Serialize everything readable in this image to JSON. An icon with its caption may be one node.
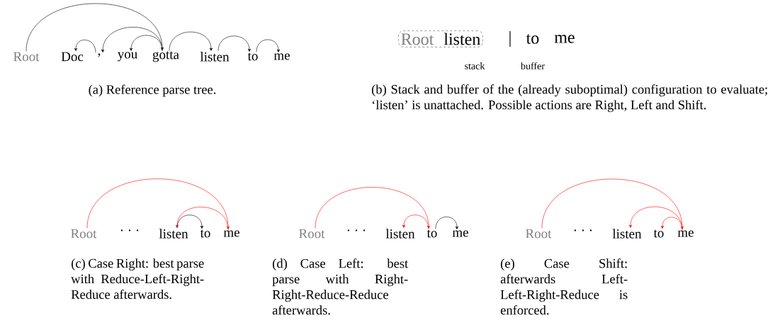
{
  "diagram": {
    "nodes": [
      {
        "text": [
          "Root"
        ]
      },
      {
        "text": [
          "Doc"
        ]
      },
      {
        "text": [
          ","
        ]
      },
      {
        "text": [
          "you"
        ]
      },
      {
        "text": [
          "gotta"
        ]
      },
      {
        "text": [
          "listen"
        ]
      },
      {
        "text": [
          "to"
        ]
      },
      {
        "text": [
          "me"
        ]
      },
      {
        "text": [
          "Root",
          "listen"
        ],
        "beside": [
          "stack"
        ]
      },
      {
        "text": [
          "Root"
        ]
      },
      {
        "text": [
          "listen"
        ]
      },
      {
        "text": [
          "to"
        ]
      },
      {
        "text": [
          "me"
        ]
      },
      {
        "text": [
          "Root"
        ]
      },
      {
        "text": [
          "listen"
        ]
      },
      {
        "text": [
          "to"
        ]
      },
      {
        "text": [
          "me"
        ]
      },
      {
        "text": [
          "Root"
        ]
      },
      {
        "text": [
          "listen"
        ]
      },
      {
        "text": [
          "to"
        ]
      },
      {
        "text": [
          "me"
        ]
      }
    ],
    "edges": [
      {
        "from": 0,
        "to": 4,
        "arrow": "to"
      },
      {
        "from": 2,
        "to": 1,
        "arrow": "to"
      },
      {
        "from": 4,
        "to": 2,
        "arrow": "to"
      },
      {
        "from": 4,
        "to": 3,
        "arrow": "to"
      },
      {
        "from": 4,
        "to": 5,
        "arrow": "to"
      },
      {
        "from": 5,
        "to": 6,
        "arrow": "to"
      },
      {
        "from": 6,
        "to": 7,
        "arrow": "to"
      },
      {
        "from": 9,
        "to": 12,
        "arrow": "to",
        "color": "#ff0000"
      },
      {
        "from": 12,
        "to": 10,
        "arrow": "to",
        "color": "#ff0000"
      },
      {
        "from": 10,
        "to": 11,
        "arrow": "to"
      },
      {
        "from": 13,
        "to": 15,
        "arrow": "to",
        "color": "#ff0000"
      },
      {
        "from": 15,
        "to": 14,
        "arrow": "to",
        "color": "#ff0000"
      },
      {
        "from": 15,
        "to": 16,
        "arrow": "to"
      },
      {
        "from": 17,
        "to": 20,
        "arrow": "to",
        "color": "#ff0000"
      },
      {
        "from": 20,
        "to": 18,
        "arrow": "to",
        "color": "#ff0000"
      },
      {
        "from": 20,
        "to": 19,
        "arrow": "to",
        "color": "#ff0000"
      }
    ],
    "labels": [
      "|",
      "to",
      "me",
      "buffer",
      "(a) Reference parse tree.",
      "(b) Stack and buffer of the (already suboptimal) configuration to evaluate; ‘listen’ is unattached. Possible actions are Right, Left and Shift.",
      "· · ·",
      "(c) Case Right: best parse with Reduce-Left-Right-Reduce afterwards.",
      "· · ·",
      "(d) Case Left: best parse with Right-Right-Reduce-Reduce afterwards.",
      "· · ·",
      "(e) Case Shift: afterwards Left-Left-Right-Reduce is enforced."
    ]
  }
}
